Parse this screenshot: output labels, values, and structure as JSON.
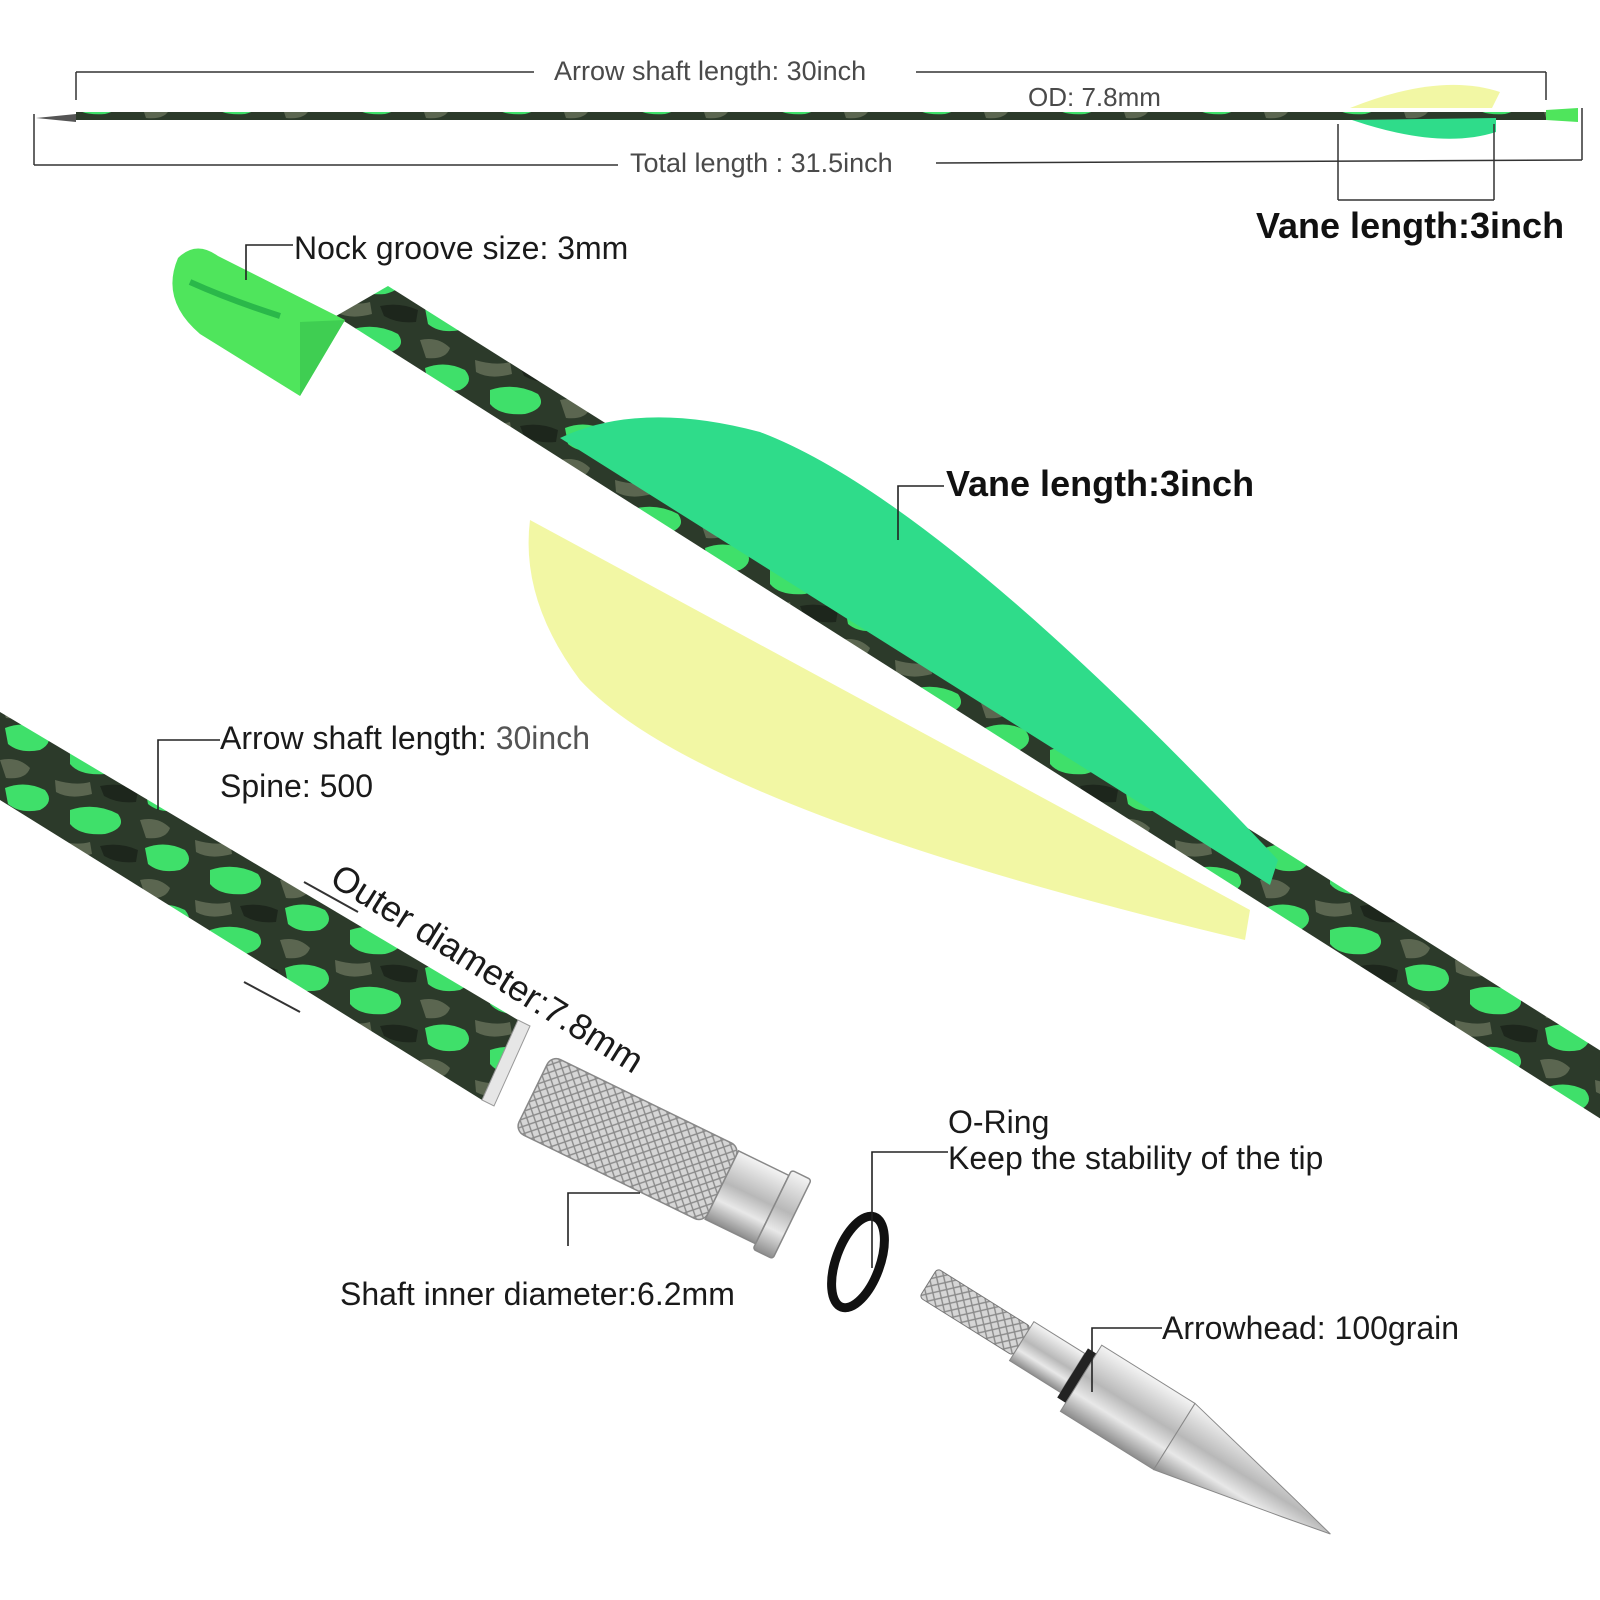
{
  "top_diagram": {
    "shaft_length": "Arrow shaft length: 30inch",
    "od": "OD: 7.8mm",
    "total_length": "Total length : 31.5inch",
    "vane_length": "Vane length:3inch"
  },
  "nock": {
    "label": "Nock groove size: 3mm"
  },
  "vane": {
    "label": "Vane length:3inch"
  },
  "shaft": {
    "length_prefix": "Arrow shaft length: ",
    "length_value": "30inch",
    "spine": "Spine: 500",
    "outer_diameter": "Outer diameter:7.8mm"
  },
  "insert": {
    "label": "Shaft inner diameter:6.2mm"
  },
  "o_ring": {
    "title": "O-Ring",
    "description": "Keep the stability of the tip"
  },
  "arrowhead": {
    "label": "Arrowhead: 100grain"
  },
  "colors": {
    "camo_dark": "#2c3a2a",
    "camo_green": "#3fe06a",
    "vane_green": "#2fdc8a",
    "vane_yellow": "#f2f7a4",
    "nock_green": "#4fe55c",
    "metal": "#c8c8c8"
  }
}
